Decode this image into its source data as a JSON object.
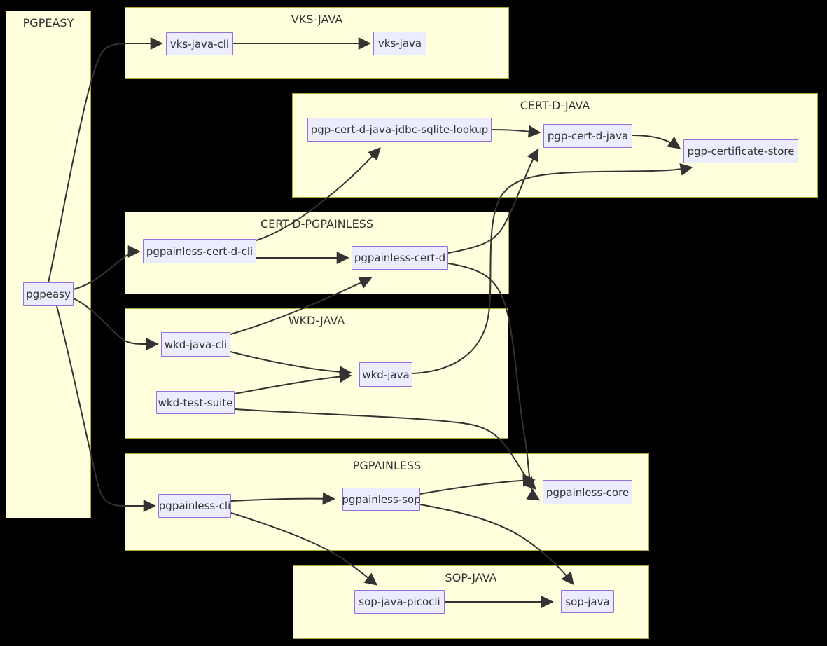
{
  "diagram": {
    "type": "dependency-graph",
    "colors": {
      "background": "#000000",
      "cluster_fill": "#ffffde",
      "cluster_border": "#aaaa33",
      "node_fill": "#ececff",
      "node_border": "#9370db",
      "edge_stroke": "#333333",
      "text": "#333333"
    },
    "clusters": [
      {
        "id": "pgpeasy-group",
        "label": "PGPEASY"
      },
      {
        "id": "vks-java-group",
        "label": "VKS-JAVA"
      },
      {
        "id": "cert-d-java-group",
        "label": "CERT-D-JAVA"
      },
      {
        "id": "cert-d-pgpainless-group",
        "label": "CERT-D-PGPAINLESS"
      },
      {
        "id": "wkd-java-group",
        "label": "WKD-JAVA"
      },
      {
        "id": "pgpainless-group",
        "label": "PGPAINLESS"
      },
      {
        "id": "sop-java-group",
        "label": "SOP-JAVA"
      }
    ],
    "nodes": [
      {
        "id": "pgpeasy",
        "label": "pgpeasy"
      },
      {
        "id": "vks-java-cli",
        "label": "vks-java-cli"
      },
      {
        "id": "vks-java",
        "label": "vks-java"
      },
      {
        "id": "pgp-cert-d-java-jdbc-sqlite-lookup",
        "label": "pgp-cert-d-java-jdbc-sqlite-lookup"
      },
      {
        "id": "pgp-cert-d-java",
        "label": "pgp-cert-d-java"
      },
      {
        "id": "pgp-certificate-store",
        "label": "pgp-certificate-store"
      },
      {
        "id": "pgpainless-cert-d-cli",
        "label": "pgpainless-cert-d-cli"
      },
      {
        "id": "pgpainless-cert-d",
        "label": "pgpainless-cert-d"
      },
      {
        "id": "wkd-java-cli",
        "label": "wkd-java-cli"
      },
      {
        "id": "wkd-java",
        "label": "wkd-java"
      },
      {
        "id": "wkd-test-suite",
        "label": "wkd-test-suite"
      },
      {
        "id": "pgpainless-cli",
        "label": "pgpainless-cli"
      },
      {
        "id": "pgpainless-sop",
        "label": "pgpainless-sop"
      },
      {
        "id": "pgpainless-core",
        "label": "pgpainless-core"
      },
      {
        "id": "sop-java-picocli",
        "label": "sop-java-picocli"
      },
      {
        "id": "sop-java",
        "label": "sop-java"
      }
    ],
    "edges": [
      {
        "from": "pgpeasy",
        "to": "vks-java-cli"
      },
      {
        "from": "pgpeasy",
        "to": "pgpainless-cert-d-cli"
      },
      {
        "from": "pgpeasy",
        "to": "wkd-java-cli"
      },
      {
        "from": "pgpeasy",
        "to": "pgpainless-cli"
      },
      {
        "from": "vks-java-cli",
        "to": "vks-java"
      },
      {
        "from": "pgpainless-cert-d-cli",
        "to": "pgp-cert-d-java-jdbc-sqlite-lookup"
      },
      {
        "from": "pgp-cert-d-java-jdbc-sqlite-lookup",
        "to": "pgp-cert-d-java"
      },
      {
        "from": "pgpainless-cert-d",
        "to": "pgp-cert-d-java"
      },
      {
        "from": "pgp-cert-d-java",
        "to": "pgp-certificate-store"
      },
      {
        "from": "wkd-java",
        "to": "pgp-certificate-store"
      },
      {
        "from": "pgpainless-cert-d-cli",
        "to": "pgpainless-cert-d"
      },
      {
        "from": "wkd-java-cli",
        "to": "pgpainless-cert-d"
      },
      {
        "from": "pgpainless-cert-d",
        "to": "pgpainless-core"
      },
      {
        "from": "wkd-java-cli",
        "to": "wkd-java"
      },
      {
        "from": "wkd-test-suite",
        "to": "wkd-java"
      },
      {
        "from": "wkd-test-suite",
        "to": "pgpainless-core"
      },
      {
        "from": "pgpainless-cli",
        "to": "pgpainless-sop"
      },
      {
        "from": "pgpainless-sop",
        "to": "pgpainless-core"
      },
      {
        "from": "pgpainless-cli",
        "to": "sop-java-picocli"
      },
      {
        "from": "pgpainless-sop",
        "to": "sop-java"
      },
      {
        "from": "sop-java-picocli",
        "to": "sop-java"
      }
    ]
  }
}
